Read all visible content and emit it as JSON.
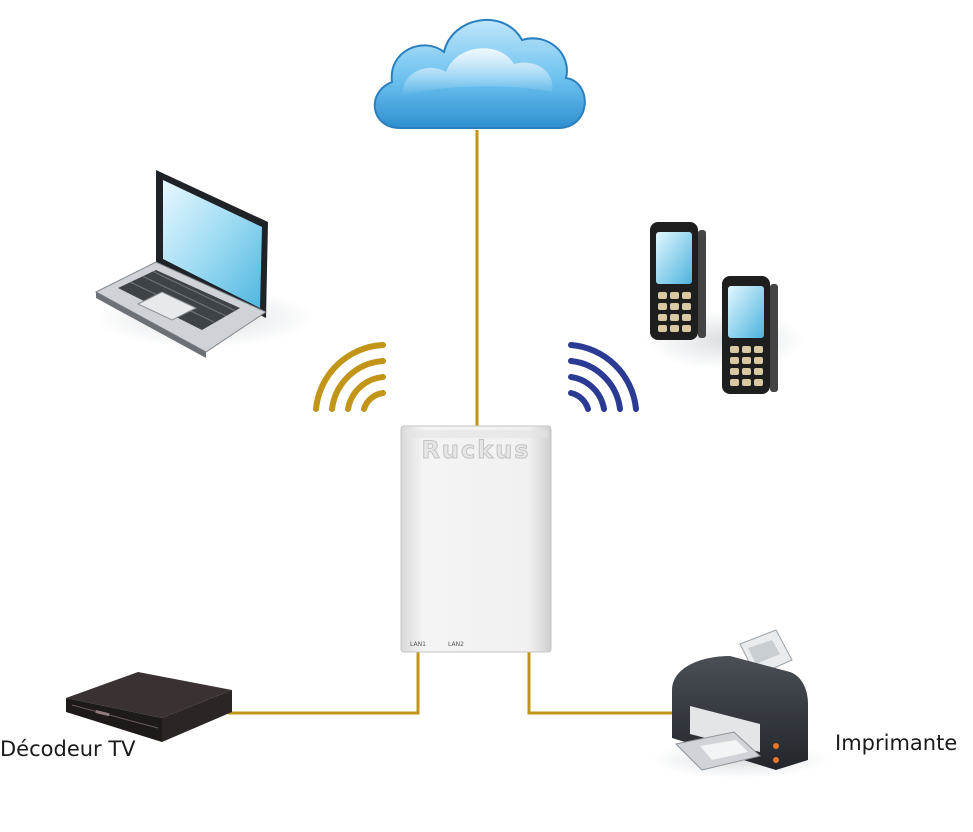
{
  "diagram": {
    "access_point": {
      "brand": "Ruckus",
      "port_labels": [
        "LAN1",
        "LAN2"
      ]
    },
    "devices": {
      "decoder": {
        "label": "Décodeur TV"
      },
      "printer": {
        "label": "Imprimante"
      }
    },
    "colors": {
      "cable": "#c29518",
      "wifi_left": "#c29518",
      "wifi_right": "#2b3b93",
      "cloud": "#5fb7e8"
    },
    "icons": [
      "cloud-icon",
      "laptop-icon",
      "mobile-phone-icon",
      "tv-decoder-icon",
      "printer-icon",
      "wifi-signal-icon",
      "access-point-icon"
    ]
  }
}
